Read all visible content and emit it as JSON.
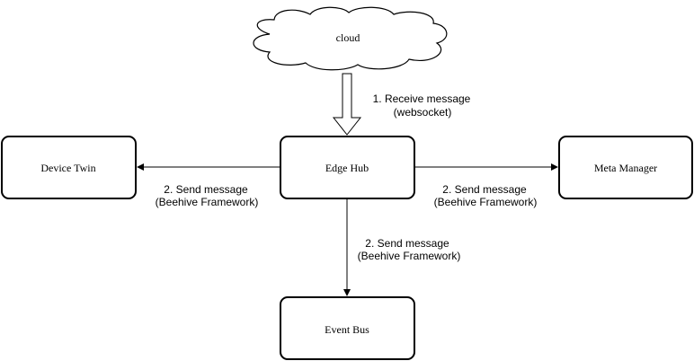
{
  "cloud": {
    "label": "cloud"
  },
  "nodes": {
    "edge_hub": "Edge Hub",
    "device_twin": "Device Twin",
    "meta_manager": "Meta Manager",
    "event_bus": "Event Bus"
  },
  "edges": {
    "receive": {
      "line1": "1. Receive  message",
      "line2": "(websocket)"
    },
    "to_device_twin": {
      "line1": "2. Send  message",
      "line2": "(Beehive Framework)"
    },
    "to_meta_manager": {
      "line1": "2. Send  message",
      "line2": "(Beehive Framework)"
    },
    "to_event_bus": {
      "line1": "2. Send  message",
      "line2": "(Beehive Framework)"
    }
  }
}
